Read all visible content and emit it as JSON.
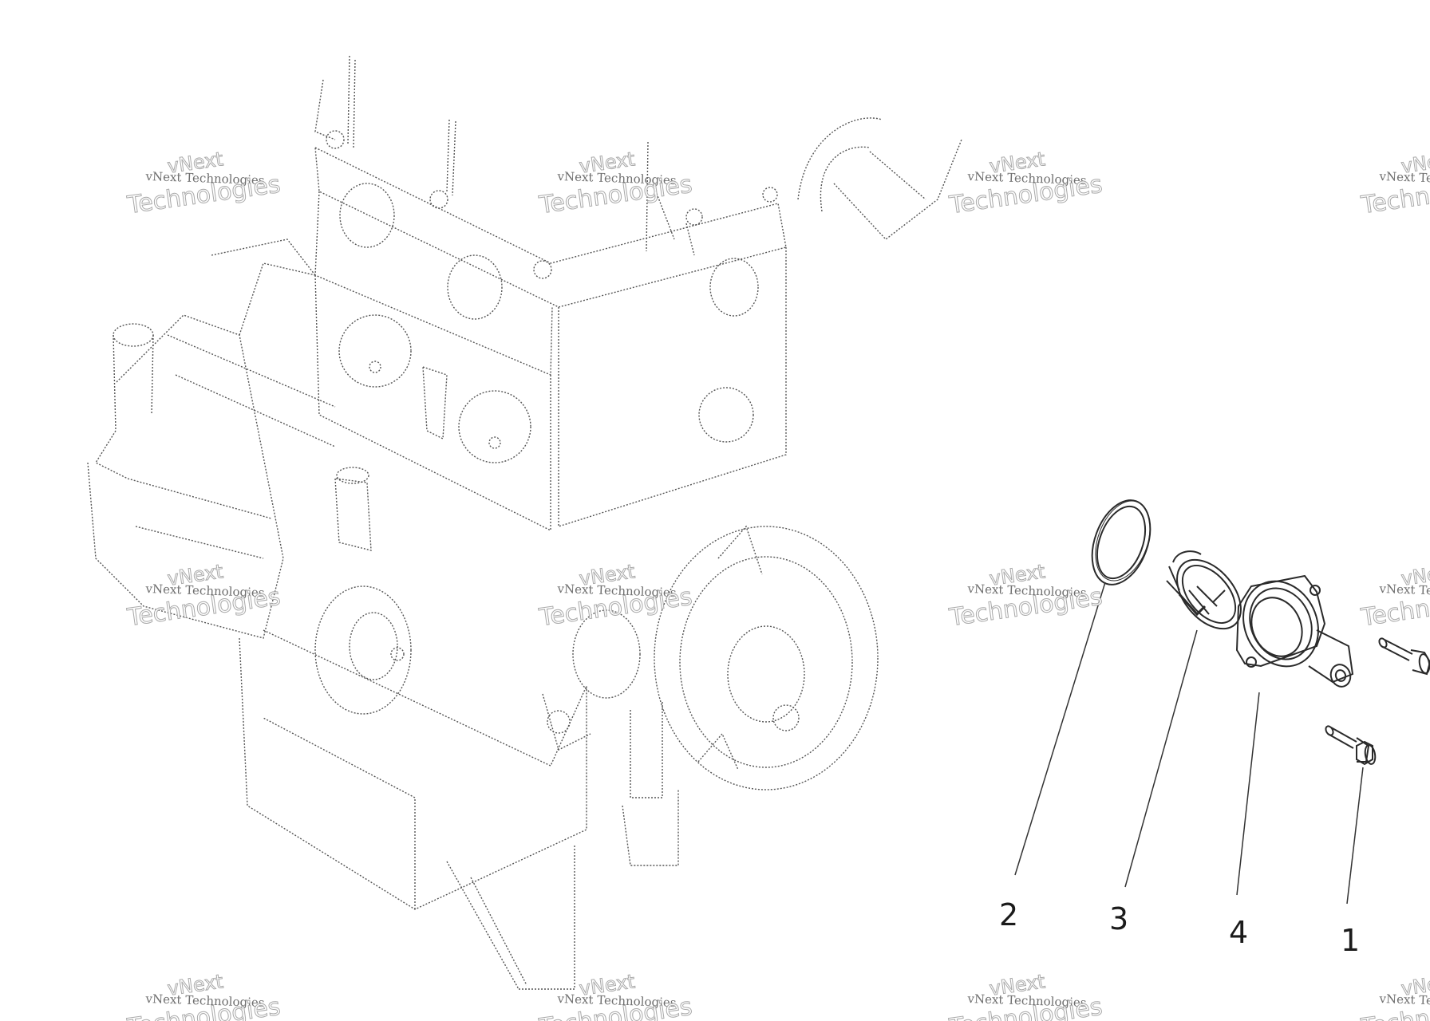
{
  "watermark": {
    "line_small": "vNext Technologies",
    "line_big_1": "vNext",
    "line_big_2": "Technologies"
  },
  "callouts": [
    "2",
    "3",
    "4",
    "1"
  ],
  "parts": {
    "gasket": "o-ring-gasket",
    "thermostat": "thermostat",
    "housing": "thermostat-housing",
    "bolt": "flange-bolt"
  },
  "colors": {
    "linework": "#2a2a2a",
    "dotted": "#555555",
    "watermark": "#8a8a8a"
  }
}
